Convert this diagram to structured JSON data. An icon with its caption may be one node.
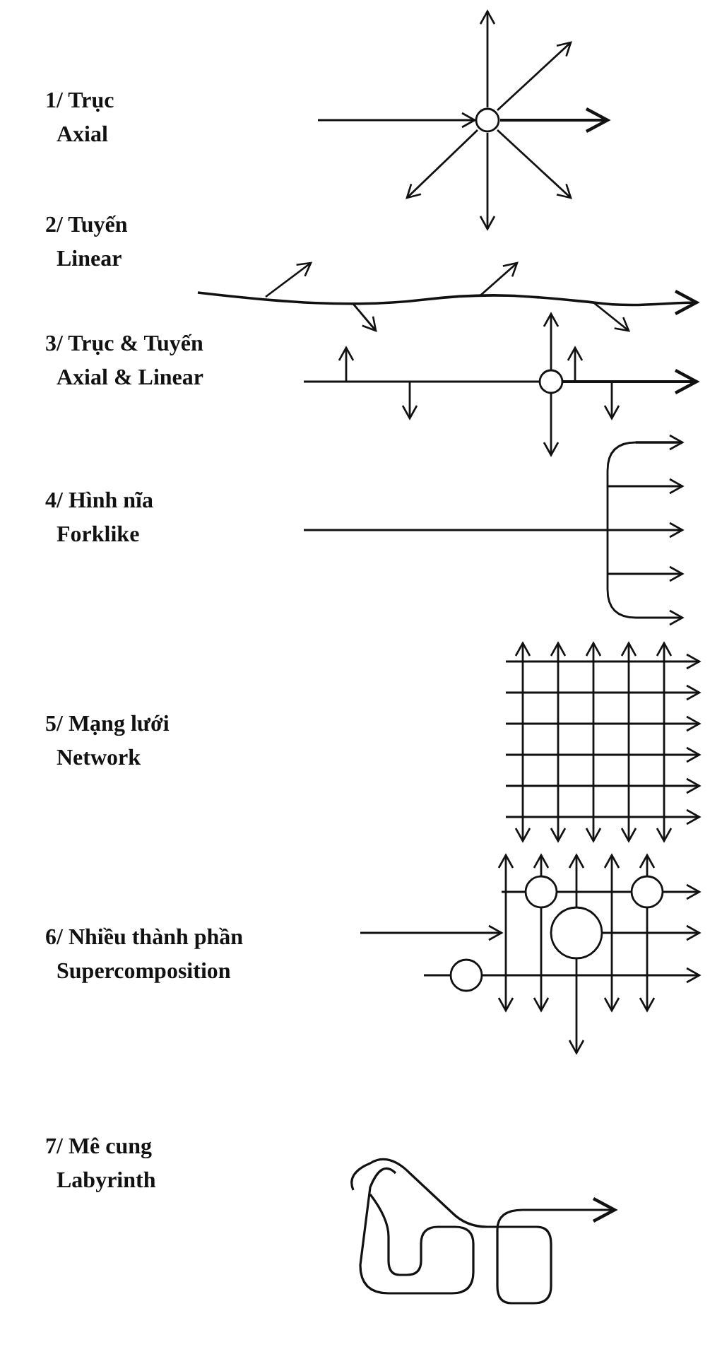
{
  "diagram": {
    "labels": [
      "1/ Trục",
      "Axial",
      "2/ Tuyến",
      "Linear",
      "3/ Trục & Tuyến",
      "Axial & Linear",
      "4/ Hình nĩa",
      "Forklike",
      "5/ Mạng lưới",
      "Network",
      "6/ Nhiều thành phần",
      "Supercomposition",
      "7/ Mê cung",
      "Labyrinth"
    ]
  }
}
